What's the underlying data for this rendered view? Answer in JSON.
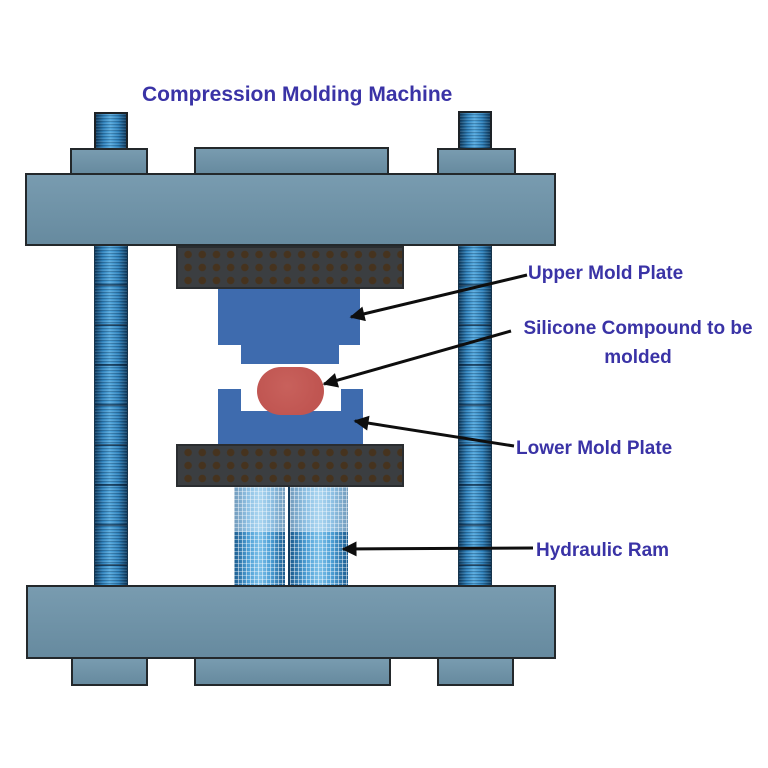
{
  "title": "Compression Molding Machine",
  "labels": {
    "upper_mold_plate": "Upper Mold Plate",
    "silicone_compound": "Silicone Compound to be molded",
    "lower_mold_plate": "Lower Mold Plate",
    "hydraulic_ram": "Hydraulic Ram"
  },
  "colors": {
    "background": "#ffffff",
    "frame_steel": "#6d93a9",
    "outline_dark": "#23282b",
    "column_blue": "#2e81bb",
    "ram_blue": "#5aa8db",
    "platen_dark": "#3b3e41",
    "platen_dot_brown": "#46331e",
    "mold_blue": "#3e6bae",
    "compound_red": "#c05551",
    "label_text": "#3a33a6",
    "arrow_black": "#0e0e0e"
  }
}
